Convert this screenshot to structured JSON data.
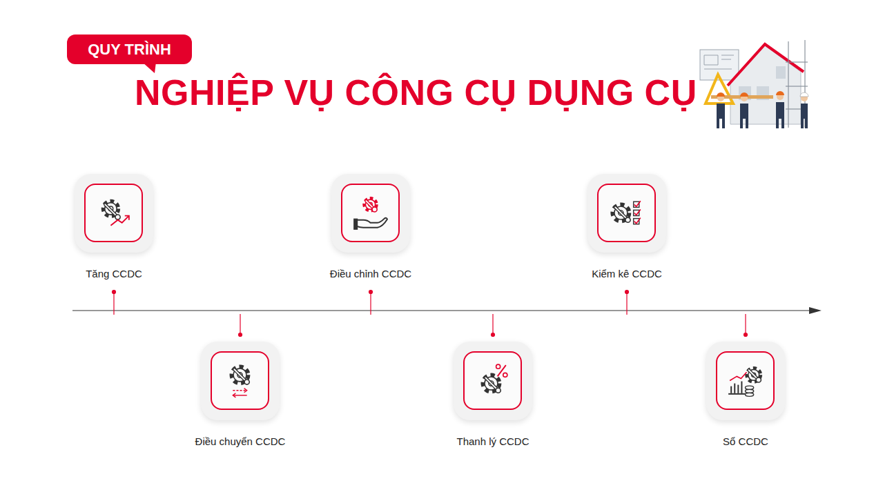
{
  "diagram": {
    "title": "NGHIỆP VỤ CÔNG CỤ DỤNG CỤ",
    "nodes": [
      {
        "text": [
          "QUY TRÌNH"
        ]
      },
      {
        "text": [
          "Tăng CCDC"
        ]
      },
      {
        "text": [
          "Điều chuyển CCDC"
        ]
      },
      {
        "text": [
          "Điều chỉnh CCDC"
        ]
      },
      {
        "text": [
          "Thanh lý CCDC"
        ]
      },
      {
        "text": [
          "Kiểm kê CCDC"
        ]
      },
      {
        "text": [
          "Sổ CCDC"
        ]
      }
    ]
  }
}
